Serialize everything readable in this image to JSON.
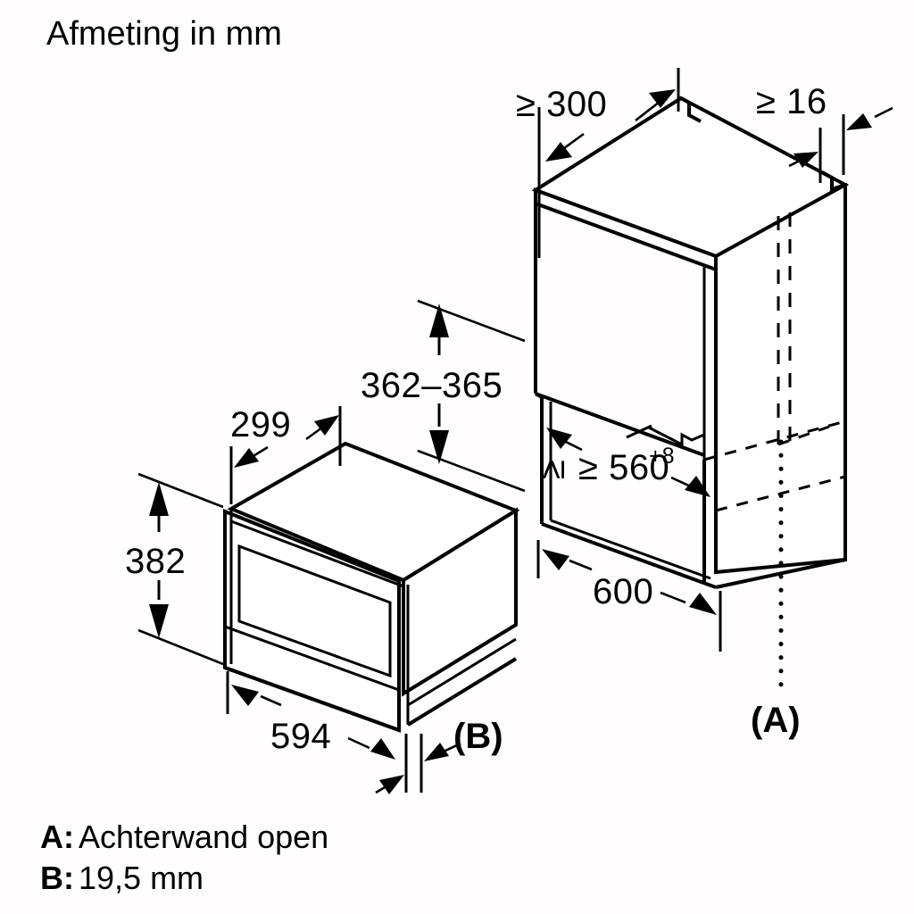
{
  "title": "Afmeting in mm",
  "dimensions": {
    "cabinet_depth": "≥ 300",
    "side_panel_thickness": "≥ 16",
    "niche_height": "362–365",
    "niche_width_value": "≥ 560",
    "niche_width_tolerance": "+8",
    "cabinet_width": "600",
    "appliance_depth": "299",
    "appliance_height": "382",
    "appliance_width": "594"
  },
  "references": {
    "a_marker": "(A)",
    "b_marker": "(B)"
  },
  "legend": [
    {
      "key": "A:",
      "text": "Achterwand open"
    },
    {
      "key": "B:",
      "text": "19,5 mm"
    }
  ],
  "colors": {
    "line": "#000000",
    "background": "#fffdfe"
  }
}
